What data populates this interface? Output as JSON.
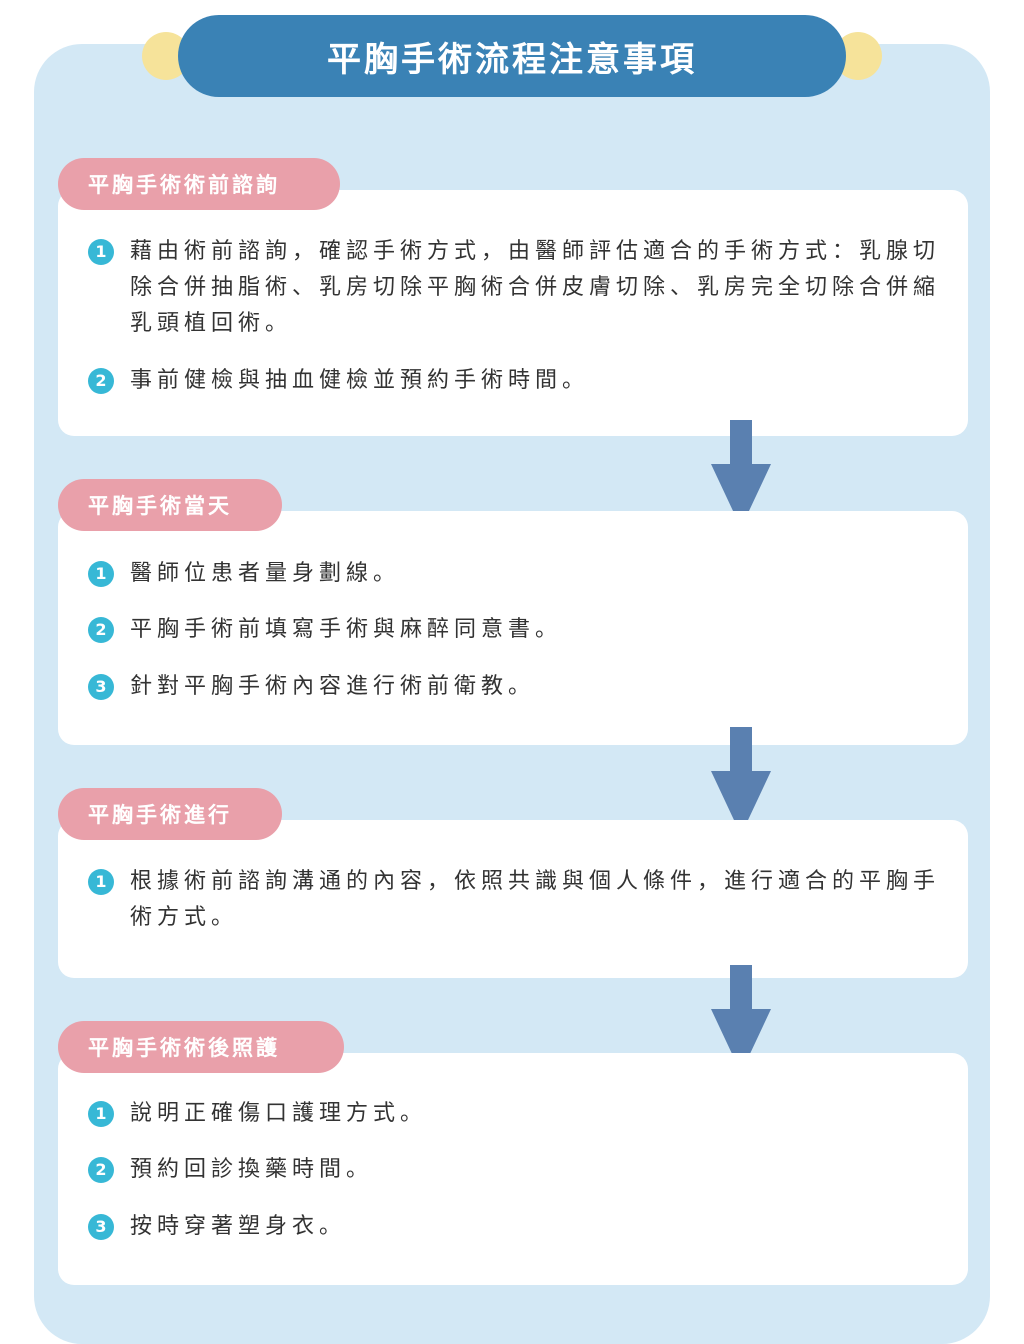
{
  "title": "平胸手術流程注意事項",
  "sections": [
    {
      "heading": "平胸手術術前諮詢",
      "items": [
        {
          "num": "1",
          "text": "藉由術前諮詢，確認手術方式，由醫師評估適合的手術方式：乳腺切除合併抽脂術、乳房切除平胸術合併皮膚切除、乳房完全切除合併縮乳頭植回術。"
        },
        {
          "num": "2",
          "text": "事前健檢與抽血健檢並預約手術時間。"
        }
      ]
    },
    {
      "heading": "平胸手術當天",
      "items": [
        {
          "num": "1",
          "text": "醫師位患者量身劃線。"
        },
        {
          "num": "2",
          "text": "平胸手術前填寫手術與麻醉同意書。"
        },
        {
          "num": "3",
          "text": "針對平胸手術內容進行術前衛教。"
        }
      ]
    },
    {
      "heading": "平胸手術進行",
      "items": [
        {
          "num": "1",
          "text": "根據術前諮詢溝通的內容，依照共識與個人條件，進行適合的平胸手術方式。"
        }
      ]
    },
    {
      "heading": "平胸手術術後照護",
      "items": [
        {
          "num": "1",
          "text": "說明正確傷口護理方式。"
        },
        {
          "num": "2",
          "text": "預約回診換藥時間。"
        },
        {
          "num": "3",
          "text": "按時穿著塑身衣。"
        }
      ]
    }
  ],
  "colors": {
    "panel": "#d3e8f5",
    "title_bar": "#3a82b5",
    "heading_pill": "#e9a0aa",
    "number_badge": "#37b8d6",
    "arrow": "#5a80b0",
    "title_dots": "#f6e39a"
  }
}
